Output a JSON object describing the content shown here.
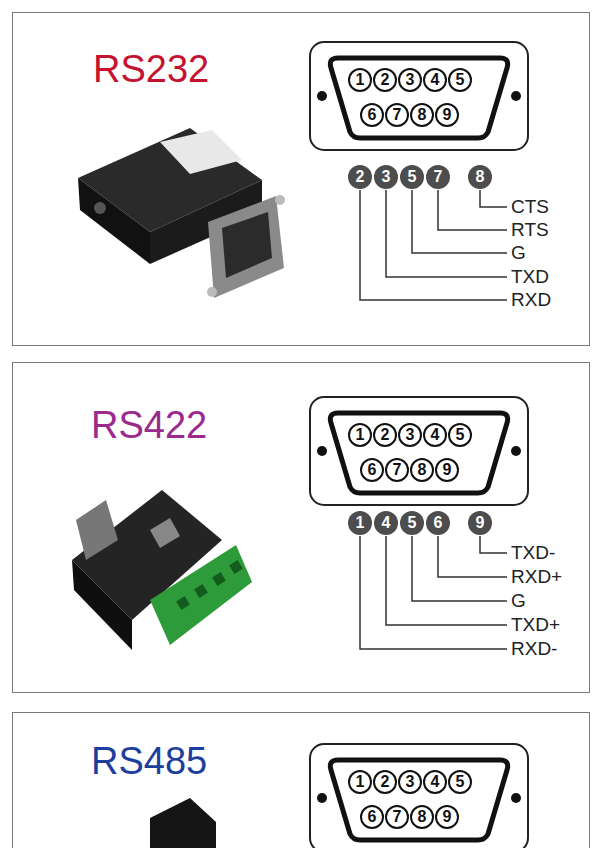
{
  "diagram": {
    "nodes": [
      {
        "text": [
          "RS232"
        ]
      },
      {
        "text": [
          "RS422"
        ]
      },
      {
        "text": [
          "RS485"
        ]
      }
    ],
    "labels": [
      "1",
      "2",
      "3",
      "4",
      "5",
      "6",
      "7",
      "8",
      "9",
      "2",
      "3",
      "5",
      "7",
      "8",
      "CTS",
      "RTS",
      "G",
      "TXD",
      "RXD",
      "1",
      "2",
      "3",
      "4",
      "5",
      "6",
      "7",
      "8",
      "9",
      "1",
      "4",
      "5",
      "6",
      "9",
      "TXD-",
      "RXD+",
      "G",
      "TXD+",
      "RXD-",
      "1",
      "2",
      "3",
      "4",
      "5",
      "6",
      "7",
      "8",
      "9"
    ]
  }
}
